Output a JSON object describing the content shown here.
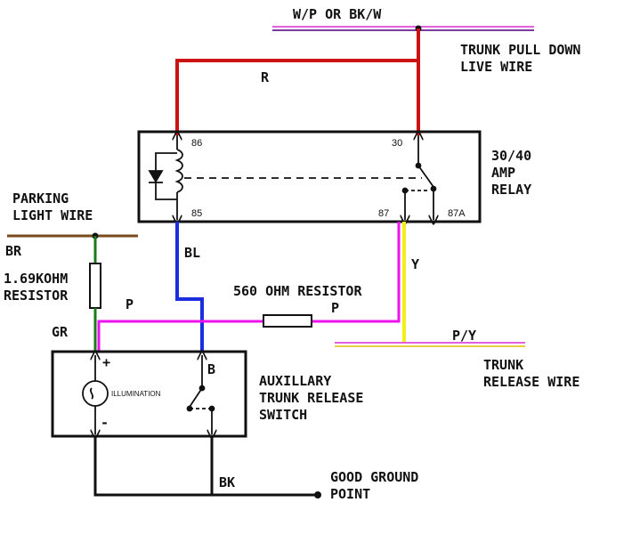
{
  "colors": {
    "red": "#cc1111",
    "blue": "#1a2ee0",
    "magenta": "#ee11ee",
    "yellow": "#f2ef1a",
    "green": "#1a7a1a",
    "brown": "#7a4a1a",
    "black": "#111111",
    "pinkwire": "#e060e0"
  },
  "labels": {
    "wp_bkw": "W/P OR BK/W",
    "trunk_pulldown_1": "TRUNK PULL DOWN",
    "trunk_pulldown_2": "LIVE WIRE",
    "r": "R",
    "relay_1": "30/40",
    "relay_2": "AMP",
    "relay_3": "RELAY",
    "parking_1": "PARKING",
    "parking_2": "LIGHT WIRE",
    "br": "BR",
    "bl": "BL",
    "resistor_1": "1.69KOHM",
    "resistor_2": "RESISTOR",
    "resistor560": "560 OHM RESISTOR",
    "p_left": "P",
    "p_right": "P",
    "y": "Y",
    "gr": "GR",
    "py": "P/Y",
    "trunk_release_1": "TRUNK",
    "trunk_release_2": "RELEASE WIRE",
    "aux_1": "AUXILLARY",
    "aux_2": "TRUNK RELEASE",
    "aux_3": "SWITCH",
    "b": "B",
    "bk": "BK",
    "ground_1": "GOOD GROUND",
    "ground_2": "POINT",
    "illumination": "ILLUMINATION",
    "plus": "+",
    "minus": "-",
    "pin86": "86",
    "pin30": "30",
    "pin85": "85",
    "pin87": "87",
    "pin87a": "87A"
  }
}
